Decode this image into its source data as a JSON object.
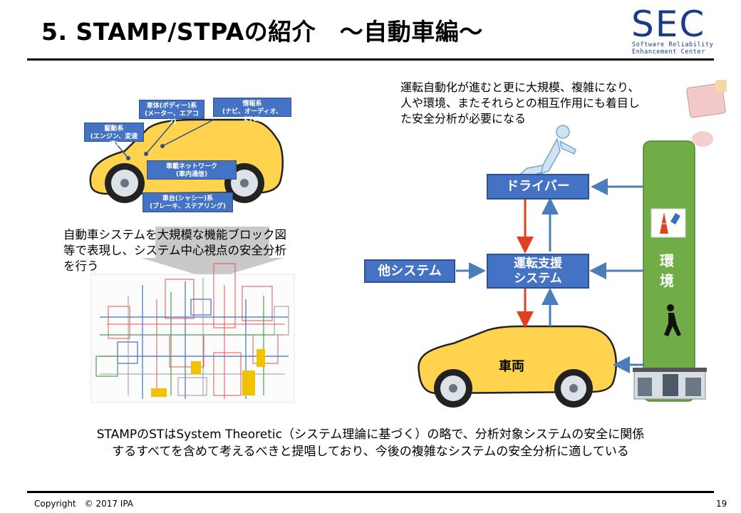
{
  "header": {
    "title": "5. STAMP/STPAの紹介　～自動車編～",
    "logo": "SEC",
    "logo_subtitle": "Software Reliability\nEnhancement Center"
  },
  "left_diagram": {
    "labels": {
      "body": "車体(ボディー)系\n(メーター、エアコン)",
      "info": "情報系\n(ナビ、オーディオ、ETC)",
      "drive": "駆動系\n(エンジン、変速機)",
      "network": "車載ネットワーク\n(車内通信)",
      "chassis": "車台(シャシー)系\n(ブレーキ、ステアリング)"
    },
    "description": "自動車システムを大規模な機能ブロック図\n等で表現し、システム中心視点の安全分析\nを行う"
  },
  "right_diagram": {
    "note": "運転自動化が進むと更に大規模、複雑になり、\n人や環境、またそれらとの相互作用にも着目し\nた安全分析が必要になる",
    "driver": "ドライバー",
    "assist": "運転支援\nシステム",
    "other_system": "他システム",
    "vehicle": "車両",
    "environment": "環\n境",
    "colors": {
      "box": "#4472c4",
      "env": "#70ad47",
      "car": "#ffd34d",
      "red_arrow": "#e0401e",
      "blue_arrow": "#4a7ebb"
    }
  },
  "bottom_text": "STAMPのSTはSystem Theoretic（システム理論に基づく）の略で、分析対象システムの安全に関係\nするすべてを含めて考えるべきと提唱しており、今後の複雑なシステムの安全分析に適している",
  "footer": {
    "copyright": "Copyright　© 2017 IPA",
    "page": "19"
  }
}
